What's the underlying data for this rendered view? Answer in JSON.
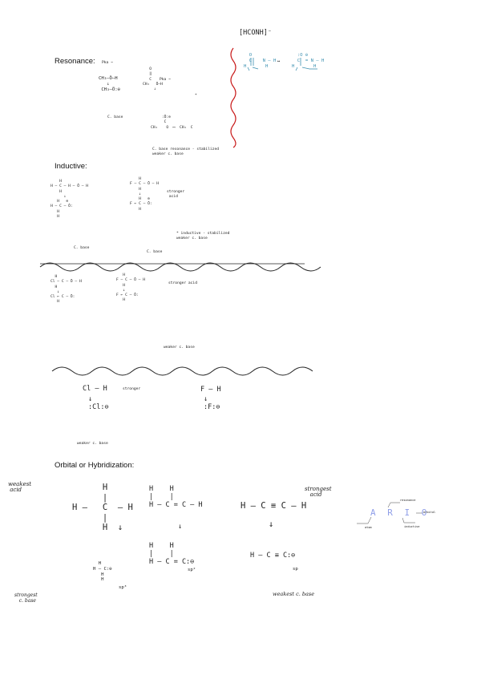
{
  "headers": {
    "resonance": "Resonance:",
    "inductive": "Inductive:",
    "orbital": "Orbital or Hybridization:"
  },
  "resonance": {
    "bracket": "[HCONH]⁻",
    "arrow": "↔",
    "pka_1": "Pka ~",
    "pka_2": "Pka ~",
    "acid_1": "CH₃–Ö–H\n   ↓\n CH₃–Ö:⊖",
    "acid_1_label": "C. base",
    "acid_2": "   O\n   ‖\n   C\nCH₃   Ö–H\n     ↓",
    "base_2": "     :Ö:⊖\n      C\nCH₃    O  ⟷  CH₃  C",
    "base_2_note": "C. base resonance - stabilized\nweaker c. base",
    "mark": "*"
  },
  "inductive": {
    "molecule_1": "    H\nH – C – H – Ö – H\n    H\n      ↓\n   H   ⊖\nH – C – Ö:\n   H\n   H",
    "molecule_1_label": "C. base",
    "molecule_2": "    H\nF – C – Ö – H\n    H\n    ↓\n    H   ⊖\nF ← C – Ö:\n    H",
    "molecule_2_label": "C. base",
    "note_acid": "stronger\n acid",
    "note_base": "* inductive - stabilized\nweaker c. base"
  },
  "halo": {
    "molecule_1": "  H\nCl – C – Ö – H\n  H\n   ↓\nCl ← C – Ö:\n   H",
    "molecule_2": "   H\nF – C – Ö – H\n   H\n   ↓\nF ← C – Ö:\n   H",
    "note_acid": "stronger acid",
    "note_base": "weaker c. base"
  },
  "halide": {
    "acid_1": "Cl – H",
    "base_1": "↓\n:Cl:⊖",
    "acid_2": "F – H",
    "base_2": "↓\n:F:⊖",
    "note_acid": "stronger",
    "note_base": "weaker c. base"
  },
  "orbital": {
    "weakest_acid": "weakest\n acid",
    "methane": "      H\n      |\nH –   C  – H\n      |\n      H  ↓",
    "methyl_anion": "  H\nH – C:⊖\n   H\n   H",
    "sp3": "sp³",
    "strongest_base": "strongest\n   c. base",
    "ethene": "H    H\n|    |\nH – C = C – H",
    "ethene_arrow": "↓",
    "vinyl_anion": "H    H\n|    |\nH – C = C:⊖",
    "sp2": "sp²",
    "ethyne": "H – C ≡ C – H",
    "ethyne_arrow": "↓",
    "acetylide": "H – C ≡ C:⊖",
    "sp": "sp",
    "strongest_acid": "strongest\n   acid",
    "weakest_base": "weakest c. base"
  },
  "ario": {
    "letters": "A R I O",
    "resonance": "resonance",
    "orbital": "orbital",
    "atom": "atom",
    "inductive": "inductive"
  },
  "colors": {
    "red_line": "#c81818",
    "blue": "#3a8fb0",
    "lavender": "#8f9ee8"
  }
}
